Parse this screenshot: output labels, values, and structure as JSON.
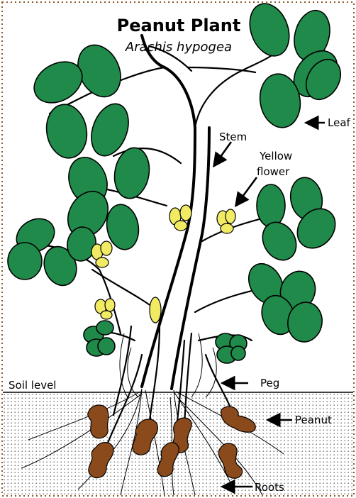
{
  "title": "Peanut Plant",
  "subtitle": "Arachis hypogea",
  "labels": {
    "leaf": "Leaf",
    "stem": "Stem",
    "flower_line1": "Yellow",
    "flower_line2": "flower",
    "soil": "Soil level",
    "peg": "Peg",
    "peanut": "Peanut",
    "roots": "Roots"
  },
  "colors": {
    "leaf": "#1f8a4a",
    "flower": "#f1ea63",
    "peanut": "#8a4a1c",
    "border": "#8b5a2b"
  },
  "icons": [
    "leaf-icon",
    "flower-icon",
    "peanut-icon",
    "arrow-icon"
  ]
}
